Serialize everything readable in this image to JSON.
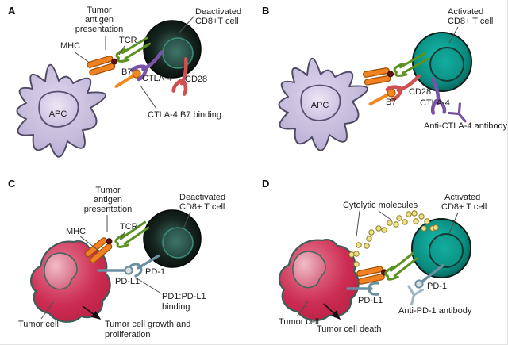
{
  "colors": {
    "apc_fill": "#c0b5d8",
    "apc_outline": "#4f4a63",
    "tcell_activated": "#0d9a8d",
    "tcell_deactivated": "#141f1b",
    "tumor_fill": "#c92950",
    "tumor_outline": "#3f5d56",
    "mhc_orange": "#f08222",
    "tcr_green": "#5c9220",
    "b7_orange": "#f2871c",
    "ctla4_purple": "#7a52a5",
    "cd28_red": "#cf5050",
    "pd_steel": "#6a8fa1",
    "anti_pd1_antibody": "#9db7c4",
    "cytolytic_yellow": "#efe08a",
    "text": "#1c1c1c"
  },
  "panelA": {
    "letter": "A",
    "antigen_presentation_lines": [
      "Tumor",
      "antigen",
      "presentation"
    ],
    "mhc": "MHC",
    "tcr": "TCR",
    "b7": "B7",
    "ctla4": "CTLA-4",
    "cd28": "CD28",
    "tcell_lines": [
      "Deactivated",
      "CD8+T cell"
    ],
    "apc": "APC",
    "binding": "CTLA-4:B7 binding"
  },
  "panelB": {
    "letter": "B",
    "tcell_lines": [
      "Activated",
      "CD8+ T cell"
    ],
    "cd28": "CD28",
    "ctla4": "CTLA-4",
    "b7": "B7",
    "apc": "APC",
    "antibody": "Anti-CTLA-4 antibody"
  },
  "panelC": {
    "letter": "C",
    "antigen_presentation_lines": [
      "Tumor",
      "antigen",
      "presentation"
    ],
    "mhc": "MHC",
    "tcr": "TCR",
    "tcell_lines": [
      "Deactivated",
      "CD8+ T cell"
    ],
    "pd1": "PD-1",
    "pdl1": "PD-L1",
    "binding_lines": [
      "PD1:PD-L1",
      "binding"
    ],
    "tumor_cell": "Tumor cell",
    "outcome_lines": [
      "Tumor cell growth and",
      "proliferation"
    ]
  },
  "panelD": {
    "letter": "D",
    "cytolytic": "Cytolytic molecules",
    "tcell_lines": [
      "Activated",
      "CD8+ T cell"
    ],
    "pd1": "PD-1",
    "pdl1": "PD-L1",
    "antibody": "Anti-PD-1 antibody",
    "tumor_cell": "Tumor cell",
    "outcome": "Tumor cell death"
  }
}
